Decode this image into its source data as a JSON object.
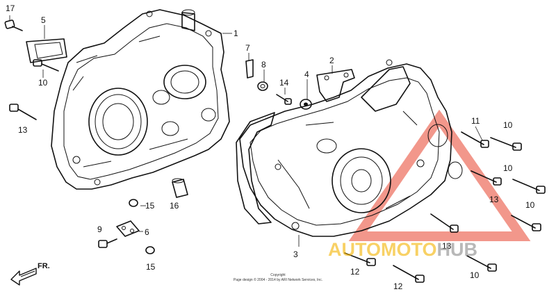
{
  "callouts": [
    {
      "id": "c17a",
      "text": "17"
    },
    {
      "id": "c5",
      "text": "5"
    },
    {
      "id": "c1",
      "text": "1"
    },
    {
      "id": "c10a",
      "text": "10"
    },
    {
      "id": "c13a",
      "text": "13"
    },
    {
      "id": "c7",
      "text": "7"
    },
    {
      "id": "c8",
      "text": "8"
    },
    {
      "id": "c2",
      "text": "2"
    },
    {
      "id": "c14",
      "text": "14"
    },
    {
      "id": "c4",
      "text": "4"
    },
    {
      "id": "c11",
      "text": "11"
    },
    {
      "id": "c10b",
      "text": "10"
    },
    {
      "id": "c10c",
      "text": "10"
    },
    {
      "id": "c13b",
      "text": "13"
    },
    {
      "id": "c10d",
      "text": "10"
    },
    {
      "id": "c15a",
      "text": "15"
    },
    {
      "id": "c16",
      "text": "16"
    },
    {
      "id": "c9",
      "text": "9"
    },
    {
      "id": "c6",
      "text": "6"
    },
    {
      "id": "c15b",
      "text": "15"
    },
    {
      "id": "c3",
      "text": "3"
    },
    {
      "id": "c13c",
      "text": "13"
    },
    {
      "id": "c12a",
      "text": "12"
    },
    {
      "id": "c12b",
      "text": "12"
    },
    {
      "id": "c10e",
      "text": "10"
    }
  ],
  "direction_label": "FR.",
  "copyright": {
    "line1": "Copyright",
    "line2": "Page design © 2004 - 2014 by ARI Network Services, Inc."
  },
  "watermark": {
    "part_a": "AUTO",
    "part_b": "MOTO",
    "part_c": "HUB",
    "color_a": "#f5b400",
    "color_b": "#8a8a8a",
    "color_triangle": "#e8412c"
  }
}
